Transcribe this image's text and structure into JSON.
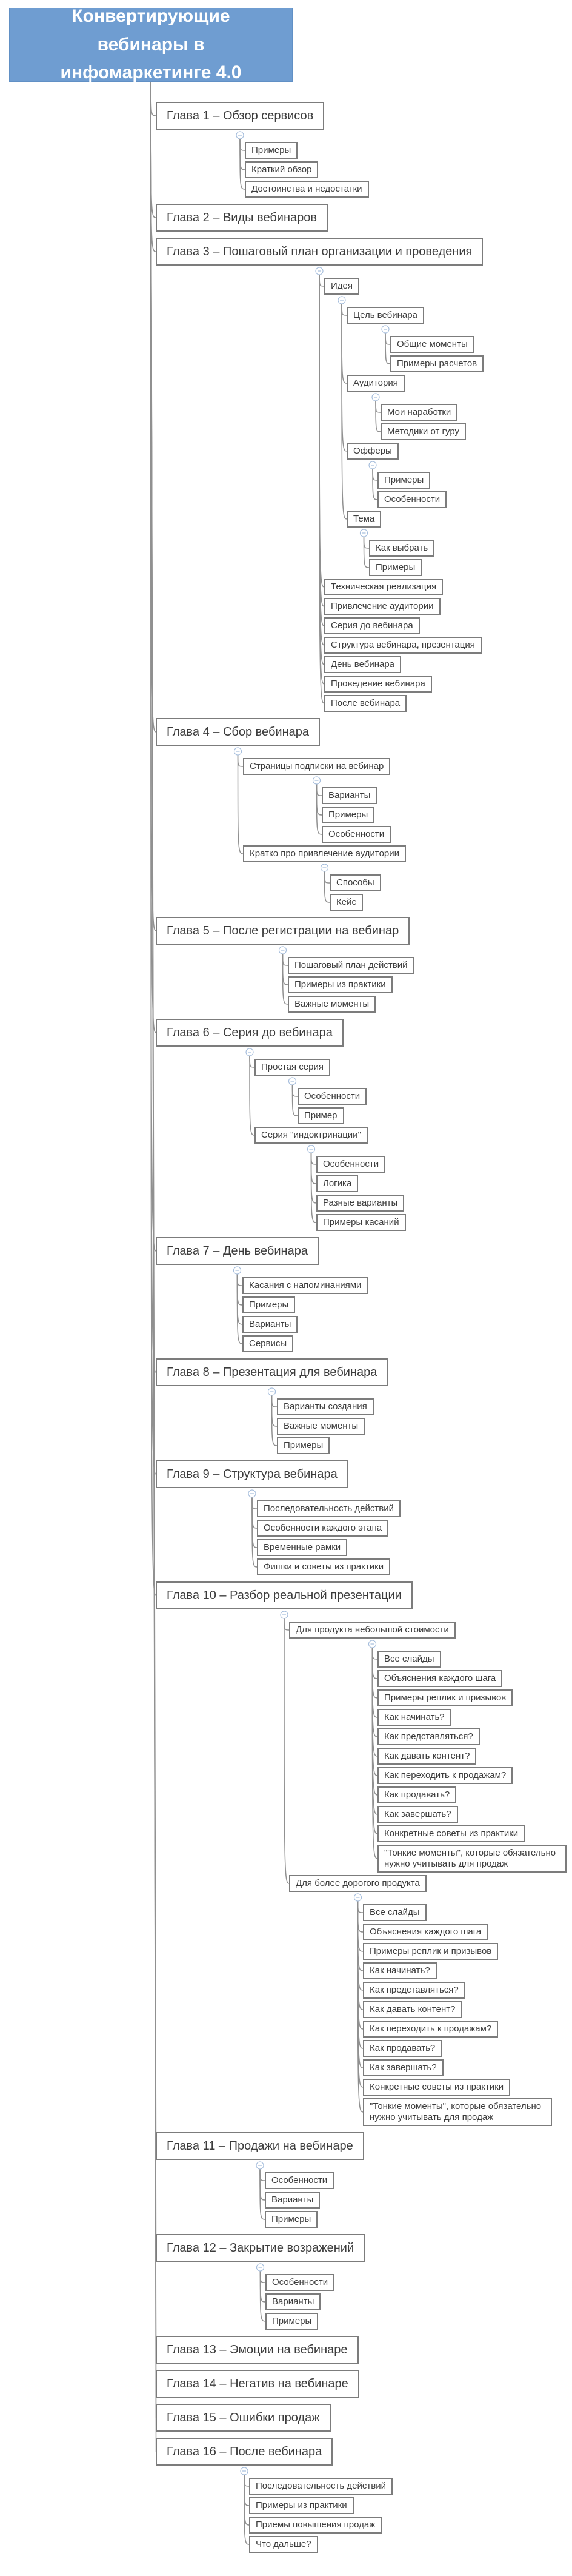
{
  "mindmap": {
    "root": {
      "label": "Конвертирующие вебинары в инфомаркетинге 4.0"
    },
    "chapters": [
      {
        "label": "Глава 1 – Обзор сервисов",
        "children": [
          {
            "label": "Примеры"
          },
          {
            "label": "Краткий обзор"
          },
          {
            "label": "Достоинства и недостатки"
          }
        ]
      },
      {
        "label": "Глава 2 – Виды вебинаров"
      },
      {
        "label": "Глава 3 – Пошаговый план организации и проведения",
        "children": [
          {
            "label": "Идея",
            "children": [
              {
                "label": "Цель вебинара",
                "children": [
                  {
                    "label": "Общие моменты"
                  },
                  {
                    "label": "Примеры расчетов"
                  }
                ]
              },
              {
                "label": "Аудитория",
                "children": [
                  {
                    "label": "Мои наработки"
                  },
                  {
                    "label": "Методики от гуру"
                  }
                ]
              },
              {
                "label": "Офферы",
                "children": [
                  {
                    "label": "Примеры"
                  },
                  {
                    "label": "Особенности"
                  }
                ]
              },
              {
                "label": "Тема",
                "children": [
                  {
                    "label": "Как выбрать"
                  },
                  {
                    "label": "Примеры"
                  }
                ]
              }
            ]
          },
          {
            "label": "Техническая реализация"
          },
          {
            "label": "Привлечение аудитории"
          },
          {
            "label": "Серия до вебинара"
          },
          {
            "label": "Структура вебинара, презентация"
          },
          {
            "label": "День вебинара"
          },
          {
            "label": "Проведение вебинара"
          },
          {
            "label": "После вебинара"
          }
        ]
      },
      {
        "label": "Глава 4 – Сбор вебинара",
        "children": [
          {
            "label": "Страницы подписки на вебинар",
            "children": [
              {
                "label": "Варианты"
              },
              {
                "label": "Примеры"
              },
              {
                "label": "Особенности"
              }
            ]
          },
          {
            "label": "Кратко про привлечение аудитории",
            "children": [
              {
                "label": "Способы"
              },
              {
                "label": "Кейс"
              }
            ]
          }
        ]
      },
      {
        "label": "Глава 5 – После регистрации на вебинар",
        "children": [
          {
            "label": "Пошаговый план действий"
          },
          {
            "label": "Примеры из практики"
          },
          {
            "label": "Важные моменты"
          }
        ]
      },
      {
        "label": "Глава 6 – Серия до вебинара",
        "children": [
          {
            "label": "Простая серия",
            "children": [
              {
                "label": "Особенности"
              },
              {
                "label": "Пример"
              }
            ]
          },
          {
            "label": "Серия \"индоктринации\"",
            "children": [
              {
                "label": "Особенности"
              },
              {
                "label": "Логика"
              },
              {
                "label": "Разные варианты"
              },
              {
                "label": "Примеры касаний"
              }
            ]
          }
        ]
      },
      {
        "label": "Глава 7 – День вебинара",
        "children": [
          {
            "label": "Касания с напоминаниями"
          },
          {
            "label": "Примеры"
          },
          {
            "label": "Варианты"
          },
          {
            "label": "Сервисы"
          }
        ]
      },
      {
        "label": "Глава 8 – Презентация для вебинара",
        "children": [
          {
            "label": "Варианты создания"
          },
          {
            "label": "Важные моменты"
          },
          {
            "label": "Примеры"
          }
        ]
      },
      {
        "label": "Глава 9 – Структура вебинара",
        "children": [
          {
            "label": "Последовательность действий"
          },
          {
            "label": "Особенности каждого этапа"
          },
          {
            "label": "Временные рамки"
          },
          {
            "label": "Фишки и советы из практики"
          }
        ]
      },
      {
        "label": "Глава 10 – Разбор реальной презентации",
        "children": [
          {
            "label": "Для продукта небольшой стоимости",
            "children": [
              {
                "label": "Все слайды"
              },
              {
                "label": "Объяснения каждого шага"
              },
              {
                "label": "Примеры реплик и призывов"
              },
              {
                "label": "Как начинать?"
              },
              {
                "label": "Как представляться?"
              },
              {
                "label": "Как давать контент?"
              },
              {
                "label": "Как переходить к продажам?"
              },
              {
                "label": "Как продавать?"
              },
              {
                "label": "Как завершать?"
              },
              {
                "label": "Конкретные советы из практики"
              },
              {
                "label": "\"Тонкие моменты\", которые обязательно нужно учитывать для продаж"
              }
            ]
          },
          {
            "label": "Для более дорогого продукта",
            "children": [
              {
                "label": "Все слайды"
              },
              {
                "label": "Объяснения каждого шага"
              },
              {
                "label": "Примеры реплик и призывов"
              },
              {
                "label": "Как начинать?"
              },
              {
                "label": "Как представляться?"
              },
              {
                "label": "Как давать контент?"
              },
              {
                "label": "Как переходить к продажам?"
              },
              {
                "label": "Как продавать?"
              },
              {
                "label": "Как завершать?"
              },
              {
                "label": "Конкретные советы из практики"
              },
              {
                "label": "\"Тонкие моменты\", которые обязательно нужно учитывать для продаж"
              }
            ]
          }
        ]
      },
      {
        "label": "Глава 11 – Продажи на вебинаре",
        "children": [
          {
            "label": "Особенности"
          },
          {
            "label": "Варианты"
          },
          {
            "label": "Примеры"
          }
        ]
      },
      {
        "label": "Глава 12 – Закрытие возражений",
        "children": [
          {
            "label": "Особенности"
          },
          {
            "label": "Варианты"
          },
          {
            "label": "Примеры"
          }
        ]
      },
      {
        "label": "Глава 13 – Эмоции на вебинаре"
      },
      {
        "label": "Глава 14 – Негатив на вебинаре"
      },
      {
        "label": "Глава 15 – Ошибки продаж"
      },
      {
        "label": "Глава 16 – После вебинара",
        "children": [
          {
            "label": "Последовательность действий"
          },
          {
            "label": "Примеры из практики"
          },
          {
            "label": "Приемы повышения продаж"
          },
          {
            "label": "Что дальше?"
          }
        ]
      }
    ],
    "colors": {
      "canvas_bg": "#ffffff",
      "root_bg": "#6f9dd1",
      "root_border": "#6190c5",
      "root_text": "#ffffff",
      "box_bg": "#ffffff",
      "box_border": "#7c7c7c",
      "box_text": "#3c3c3c",
      "connector": "#909090",
      "collapse_icon": "#a5bddc"
    }
  }
}
